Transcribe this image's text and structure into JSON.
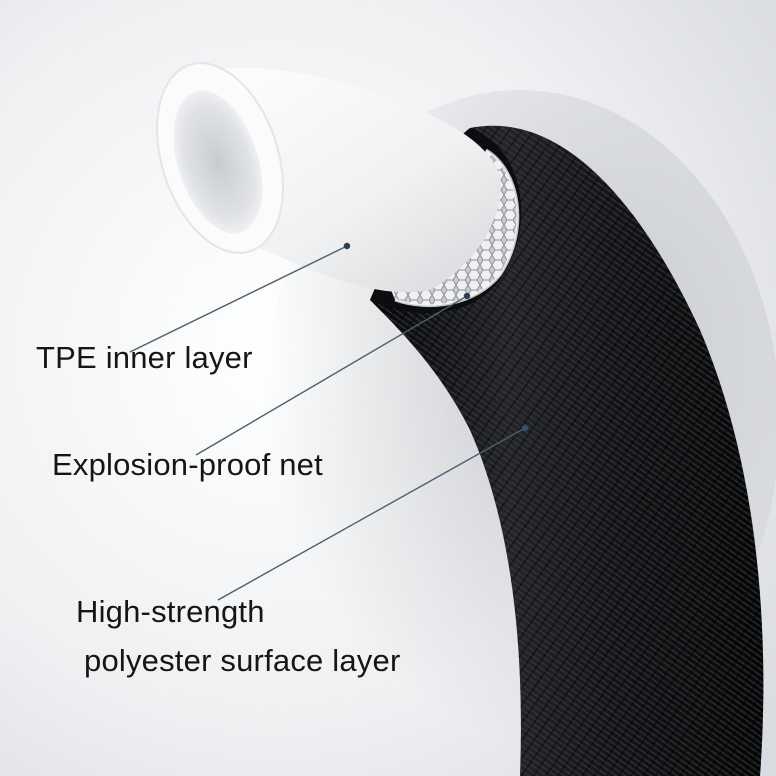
{
  "labels": {
    "tpe_inner_layer": "TPE inner layer",
    "explosion_proof_net": "Explosion-proof net",
    "polyester_line1": "High-strength",
    "polyester_line2": "polyester surface layer"
  },
  "colors": {
    "background": "#f2f3f5",
    "tpe_tube": "#f7f7f8",
    "mesh": "#d9dadc",
    "braid": "#141516",
    "leader_line": "#4a6073",
    "label_text": "#161616"
  },
  "icons": {
    "leader_dot": "callout-dot-icon"
  }
}
